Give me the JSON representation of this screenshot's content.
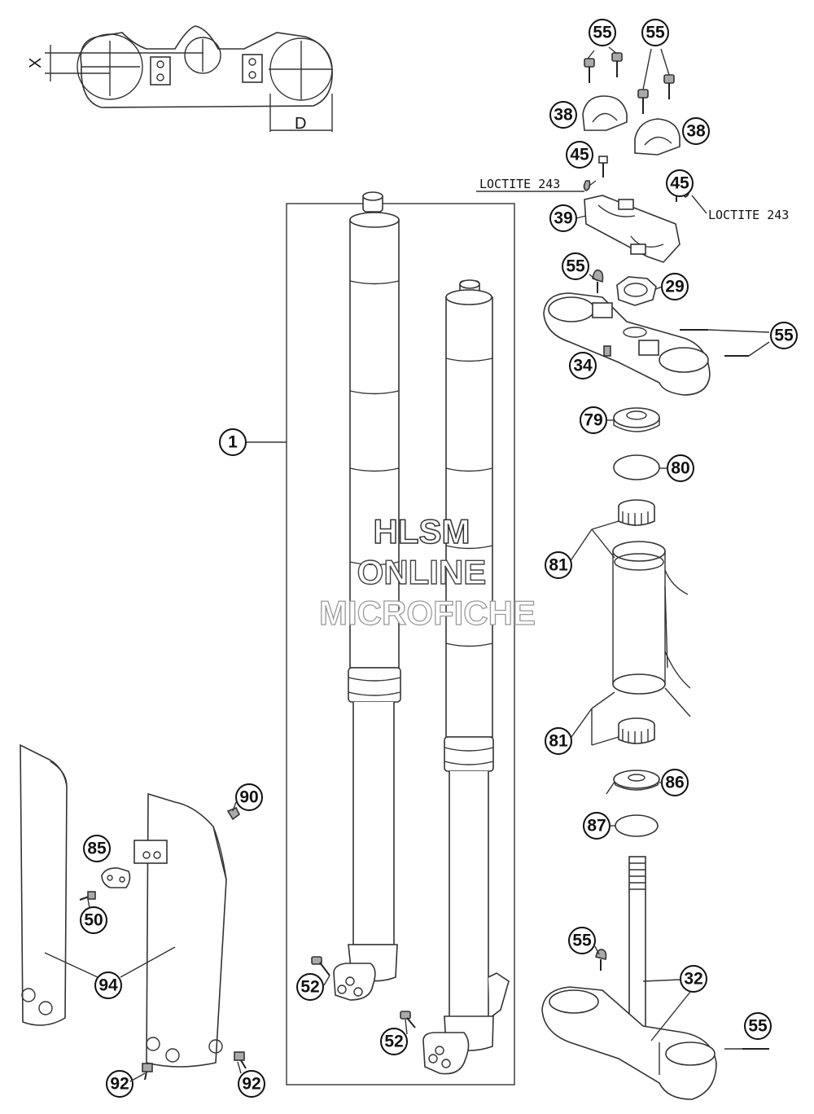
{
  "watermark": {
    "line1": "HLSM",
    "line2": "ONLINE",
    "line3": "MICROFICHE"
  },
  "dimensions": {
    "x": "X",
    "d": "D"
  },
  "loctite": {
    "left": "LOCTITE 243",
    "right": "LOCTITE 243"
  },
  "callouts": {
    "c1": "1",
    "c55a": "55",
    "c55b": "55",
    "c38a": "38",
    "c38b": "38",
    "c45a": "45",
    "c45b": "45",
    "c39": "39",
    "c55c": "55",
    "c29": "29",
    "c55d": "55",
    "c34": "34",
    "c79": "79",
    "c80": "80",
    "c81a": "81",
    "c81b": "81",
    "c86": "86",
    "c87": "87",
    "c90": "90",
    "c85": "85",
    "c50": "50",
    "c94": "94",
    "c52a": "52",
    "c52b": "52",
    "c55e": "55",
    "c32": "32",
    "c55f": "55",
    "c92a": "92",
    "c92b": "92"
  }
}
